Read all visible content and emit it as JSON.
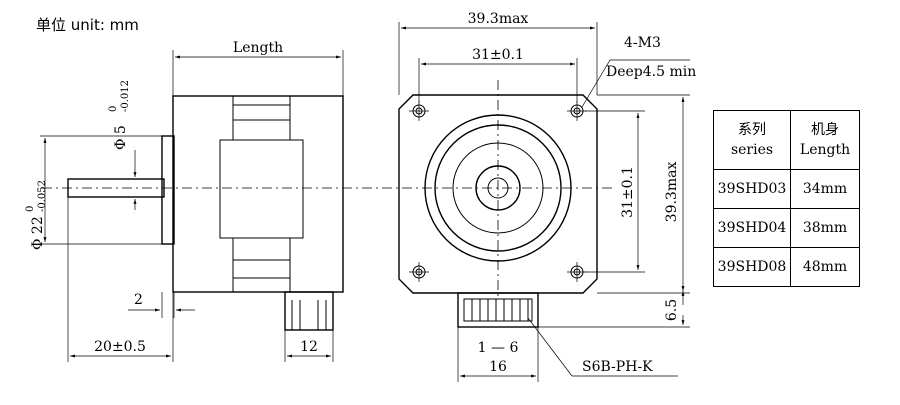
{
  "unit_label": "单位 unit: mm",
  "side_view": {
    "length_label": "Length",
    "shaft_dia": "Φ 5",
    "shaft_tol_upper": "0",
    "shaft_tol_lower": "-0.012",
    "boss_dia": "Φ 22",
    "boss_tol_upper": "0",
    "boss_tol_lower": "-0.052",
    "boss_height": "2",
    "shaft_length": "20±0.5",
    "connector_width": "12"
  },
  "front_view": {
    "overall_width": "39.3max",
    "hole_spacing_h": "31±0.1",
    "hole_spec_1": "4-M3",
    "hole_spec_2": "Deep4.5 min",
    "hole_spacing_v": "31±0.1",
    "overall_height": "39.3max",
    "connector_height": "6.5",
    "pin_range": "1 — 6",
    "connector_width": "16",
    "connector_model": "S6B-PH-K"
  },
  "spec_table": {
    "header_series_cn": "系列",
    "header_series_en": "series",
    "header_length_cn": "机身",
    "header_length_en": "Length",
    "rows": [
      {
        "series": "39SHD03",
        "length": "34mm"
      },
      {
        "series": "39SHD04",
        "length": "38mm"
      },
      {
        "series": "39SHD08",
        "length": "48mm"
      }
    ]
  }
}
